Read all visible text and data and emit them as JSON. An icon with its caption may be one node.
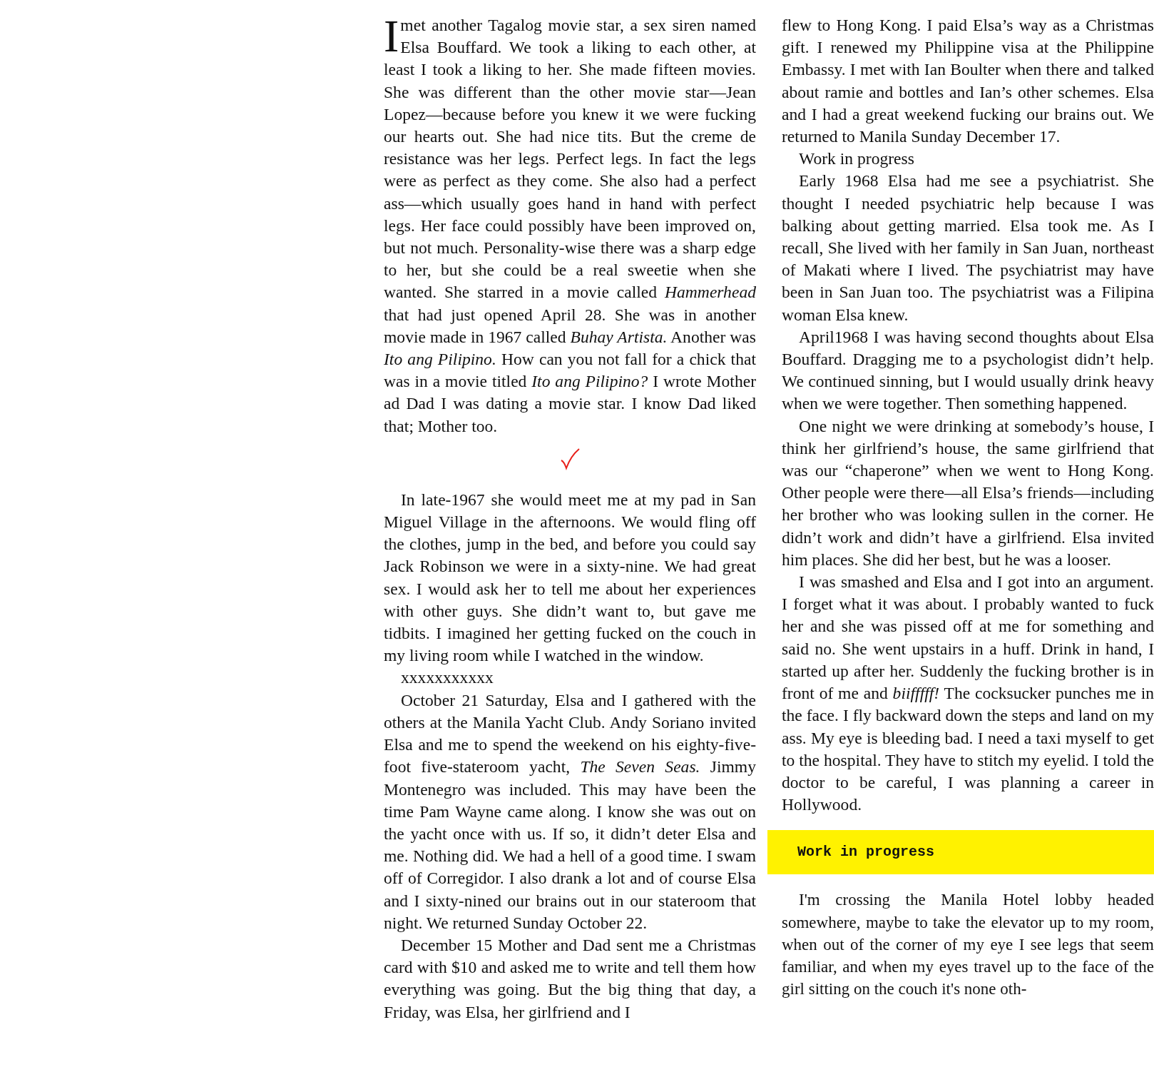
{
  "diagram": {
    "labels": [
      "I met another Tagalog movie star, a sex siren named Elsa Bouffard. We took a liking to each other, at least I took a liking to her. She made fifteen movies. She was different than the other movie star—Jean Lopez—because before you knew it we were fucking our hearts out. She had nice tits. But the creme de resistance was her legs. Perfect legs. In fact the legs were as perfect as they come. She also had a perfect ass—which usually goes hand in hand with perfect legs. Her face could possibly have been improved on, but not much. Personality-wise there was a sharp edge to her, but she could be a real sweetie when she wanted. She starred in a movie called *Hammerhead* that had just opened April 28. She was in another movie made in 1967 called *Buhay Artista.* Another was *Ito ang Pilipino.* How can you not fall for a chick that was in a movie titled *Ito ang Pilipino?* I wrote Mother ad Dad I was dating a movie star. I know Dad liked that; Mother too.",
      "In late-1967 she would meet me at my pad in San Miguel Village in the afternoons. We would fling off the clothes, jump in the bed, and before you could say Jack Robinson we were in a sixty-nine. We had great sex. I would ask her to tell me about her experiences with other guys. She didn’t want to, but gave me tidbits. I imagined her getting fucked on the couch in my living room while I watched in the window.",
      "xxxxxxxxxxx",
      "October 21 Saturday, Elsa and I gathered with the others at the Manila Yacht Club. Andy Soriano invited Elsa and me to spend the weekend on his eighty-five-foot five-stateroom yacht, *The Seven Seas.* Jimmy Montenegro was included. This may have been the time Pam Wayne came along. I know she was out on the yacht once with us. If so, it didn’t deter Elsa and me. Nothing did. We had a hell of a good time. I swam off of Corregidor. I also drank a lot and of course Elsa and I sixty-nined our brains out in our stateroom that night. We returned Sunday October 22.",
      "December 15 Mother and Dad sent me a Christmas card with $10 and asked me to write and tell them how everything was going. But the big thing that day, a Friday, was Elsa, her girlfriend and I",
      "flew to Hong Kong. I paid Elsa’s way as a Christmas gift. I renewed my Philippine visa at the Philippine Embassy. I met with Ian Boulter when there and talked about ramie and bottles and Ian’s other schemes. Elsa and I had a great weekend fucking our brains out. We returned to Manila Sunday December 17.",
      "Work in progress",
      "Early 1968 Elsa had me see a psychiatrist. She thought I needed psychiatric help because I was balking about getting married. Elsa took me. As I recall, She lived with her family in San Juan, northeast of Makati where I lived. The psychiatrist may have been in San Juan too. The psychiatrist was a Filipina woman Elsa knew.",
      "April1968 I was having second thoughts about Elsa Bouffard. Dragging me to a psychologist didn’t help. We continued sinning, but I would usually drink heavy when we were together. Then something happened.",
      "One night we were drinking at somebody’s house, I think her girlfriend’s house, the same girlfriend that was our “chaperone” when we went to Hong Kong. Other people were there—all Elsa’s friends—including her brother who was looking sullen in the corner. He didn’t work and didn’t have a girlfriend. Elsa invited him places. She did her best, but he was a looser.",
      "I was smashed and Elsa and I got into an argument. I forget what it was about. I probably wanted to fuck her and she was pissed off at me for something and said no. She went upstairs in a huff. Drink in hand, I started up after her. Suddenly the fucking brother is in front of me and *biifffff!* The cocksucker punches me in the face. I fly backward down the steps and land on my ass. My eye is bleeding bad. I need a taxi myself to get to the hospital. They have to stitch my eyelid. I told the doctor to be careful, I was planning a career in Hollywood.",
      "Work in progress",
      "I'm crossing the Manila Hotel lobby headed somewhere, maybe to take the elevator up to my room, when out of the corner of my eye I see legs that seem familiar, and when my eyes travel up to the face of the girl sitting on the couch it's none oth-"
    ]
  }
}
